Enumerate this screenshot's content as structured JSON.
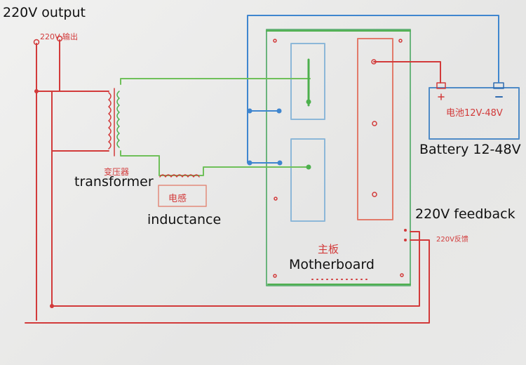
{
  "labels": {
    "output": "220V output",
    "transformer": "transformer",
    "inductance": "inductance",
    "motherboard": "Motherboard",
    "battery": "Battery 12-48V",
    "feedback": "220V feedback"
  },
  "handwritten": {
    "output": "220V 输出",
    "transformer": "变压器",
    "inductance": "电感",
    "motherboard": "主板",
    "battery": "电池12V-48V",
    "feedback": "220V反馈"
  },
  "colors": {
    "red_wire": "#d23a3a",
    "green_wire": "#6fc05a",
    "blue_wire": "#3f86cf",
    "paper": "#ebebea"
  }
}
